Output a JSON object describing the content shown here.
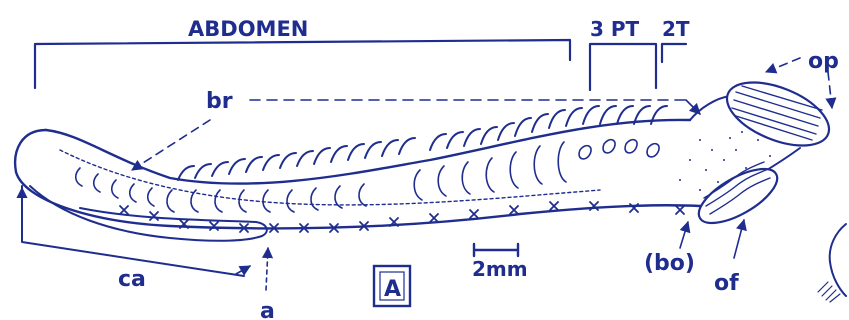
{
  "figure": {
    "ink_color": "#1f2d8f",
    "panel_label": "A",
    "labels": {
      "abdomen": "ABDOMEN",
      "pt": "3 PT",
      "t": "2T",
      "op": "op",
      "br": "br",
      "ca": "ca",
      "a": "a",
      "bo": "(bo)",
      "of": "of"
    },
    "scale_bar": {
      "text": "2mm"
    }
  }
}
